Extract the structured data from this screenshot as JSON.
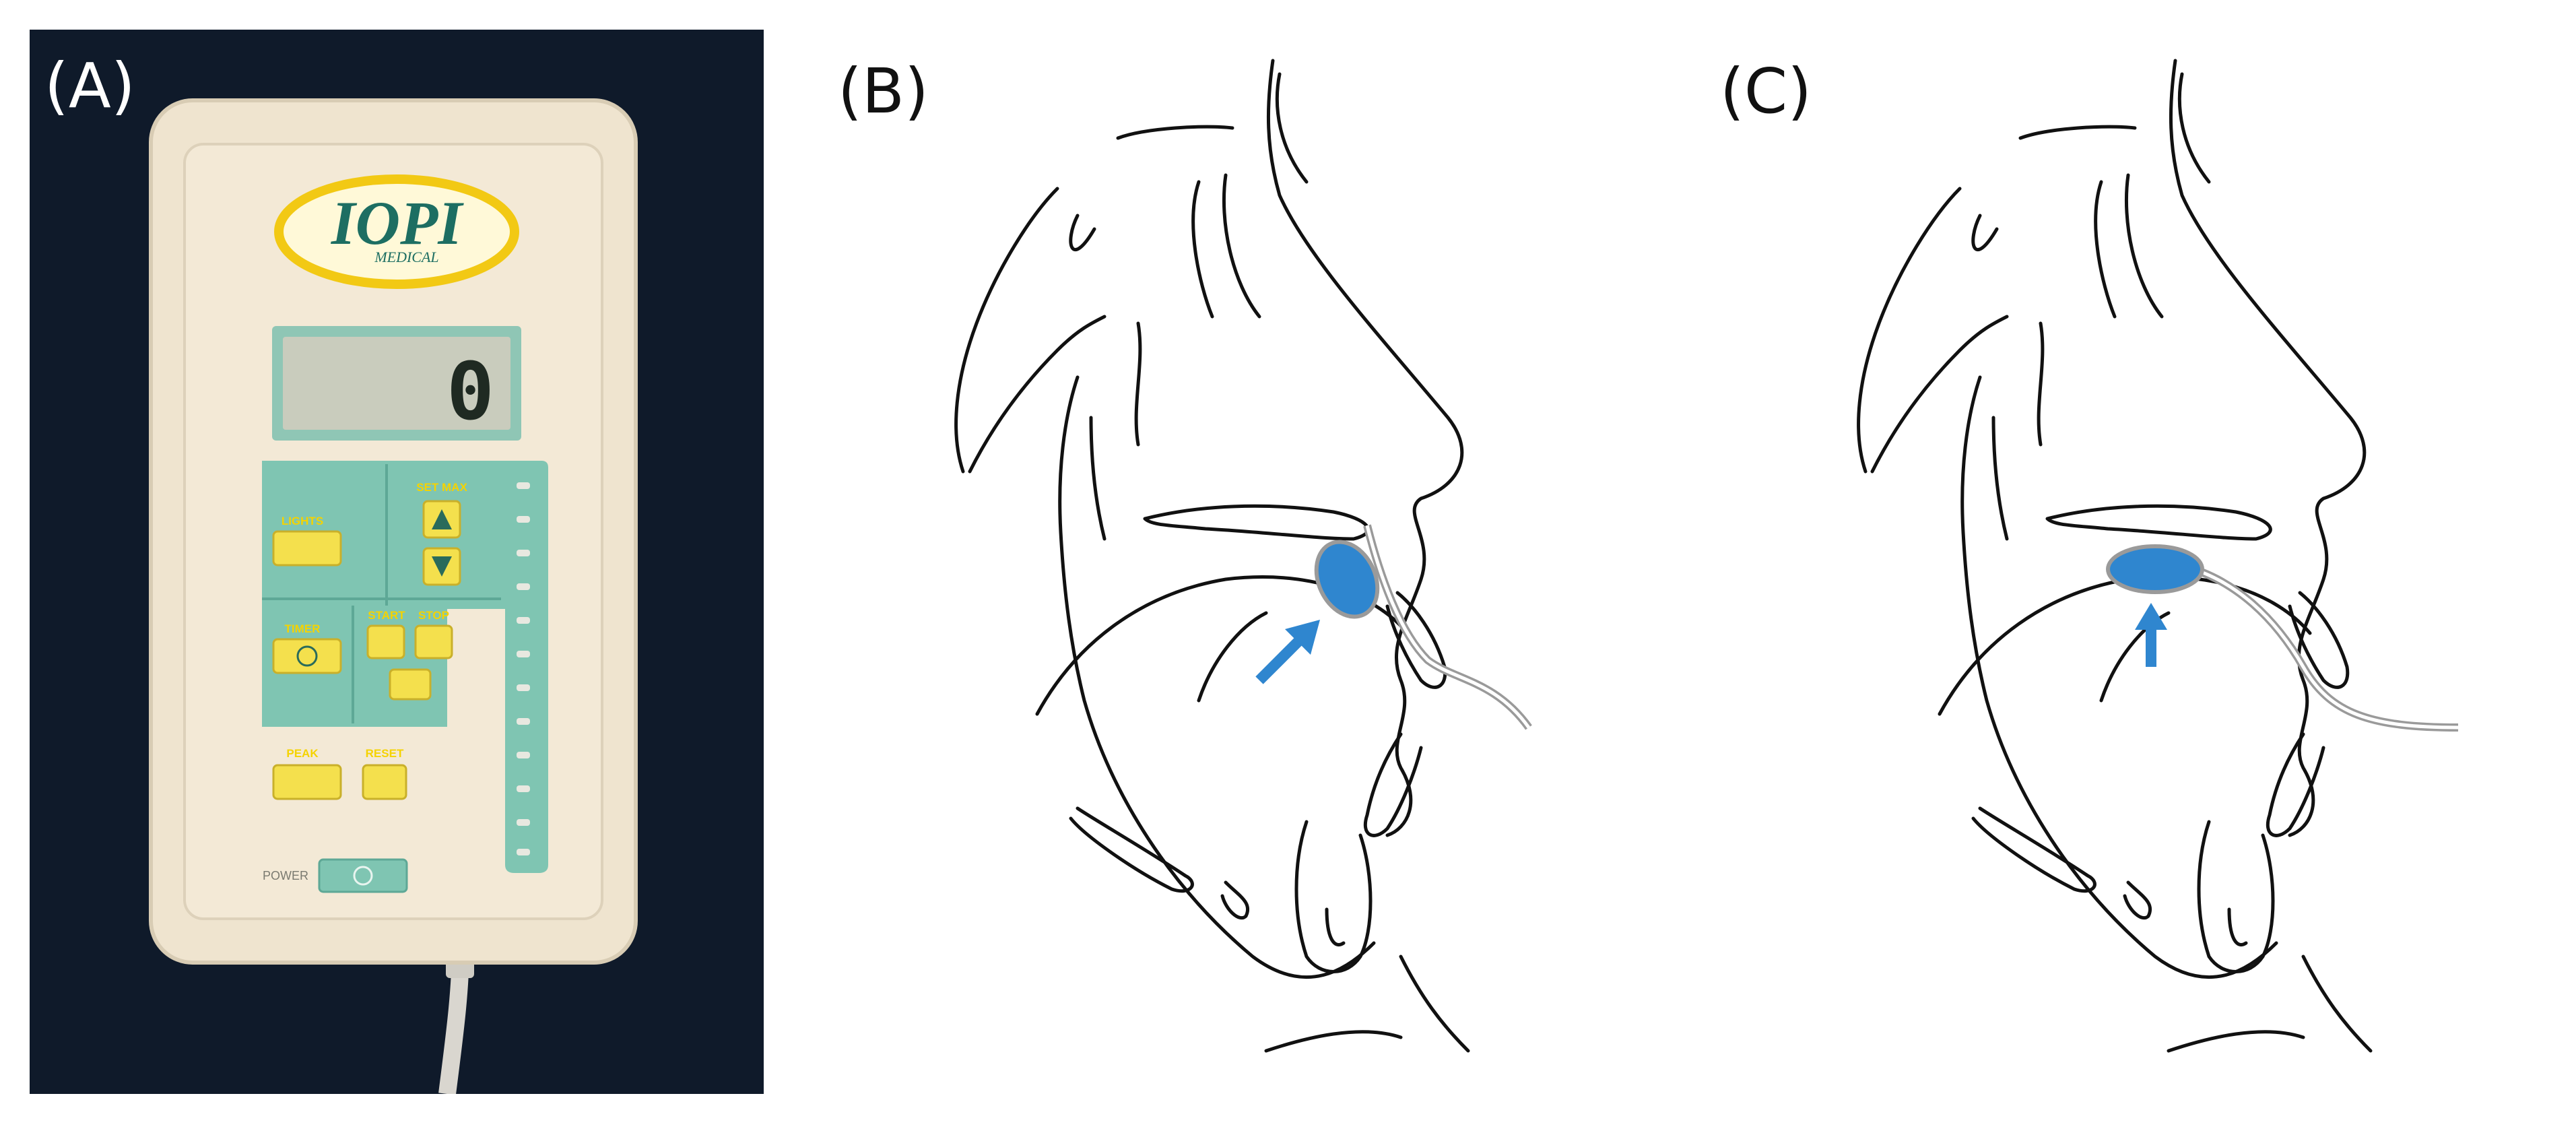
{
  "panels": [
    {
      "label": "(A)"
    },
    {
      "label": "(B)"
    },
    {
      "label": "(C)"
    }
  ],
  "device": {
    "logo_text": "IOPI",
    "logo_subtext": "MEDICAL",
    "display_value": "0",
    "buttons": {
      "lights": "LIGHTS",
      "set_max": "SET MAX",
      "timer": "TIMER",
      "start": "START",
      "stop": "STOP",
      "peak": "PEAK",
      "reset": "RESET",
      "power": "POWER"
    }
  },
  "colors": {
    "device_body": "#efe4cf",
    "panel_teal": "#7fc5b2",
    "button_yellow": "#f4e04d",
    "bulb_blue": "#2f86cf",
    "outline": "#111111",
    "tube_grey": "#9a9a9a"
  }
}
